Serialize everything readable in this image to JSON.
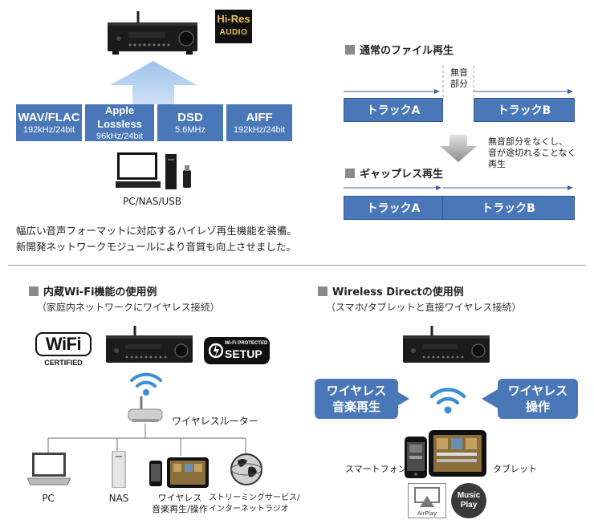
{
  "top_left": {
    "hires_badge": {
      "line1": "Hi-Res",
      "line2": "AUDIO"
    },
    "formats": [
      {
        "name": "WAV/FLAC",
        "spec": "192kHz/24bit"
      },
      {
        "name": "Apple Lossless",
        "spec": "96kHz/24bit"
      },
      {
        "name": "DSD",
        "spec": "5.6MHz"
      },
      {
        "name": "AIFF",
        "spec": "192kHz/24bit"
      }
    ],
    "devices_label": "PC/NAS/USB",
    "description_line1": "幅広い音声フォーマットに対応するハイレゾ再生機能を装備。",
    "description_line2": "新開発ネットワークモジュールにより音質も向上させました。"
  },
  "top_right": {
    "normal_heading": "通常のファイル再生",
    "silent_label_line1": "無音",
    "silent_label_line2": "部分",
    "track_a": "トラックA",
    "track_b": "トラックB",
    "note_line1": "無音部分をなくし、",
    "note_line2": "音が途切れることなく",
    "note_line3": "再生",
    "gapless_heading": "ギャップレス再生",
    "gapless_track_a": "トラックA",
    "gapless_track_b": "トラックB"
  },
  "bottom_left": {
    "heading": "内蔵Wi-Fi機能の使用例",
    "subheading": "（家庭内ネットワークにワイヤレス接続）",
    "wifi_logo": {
      "text": "WiFi",
      "certified": "CERTIFIED"
    },
    "wps_logo": {
      "line1": "Wi-Fi PROTECTED",
      "line2": "SETUP"
    },
    "router_label": "ワイヤレスルーター",
    "devices": [
      {
        "label": "PC"
      },
      {
        "label": "NAS"
      },
      {
        "label_line1": "ワイヤレス",
        "label_line2": "音楽再生/操作"
      },
      {
        "label_line1": "ストリーミングサービス/",
        "label_line2": "インターネットラジオ"
      }
    ]
  },
  "bottom_right": {
    "heading": "Wireless Directの使用例",
    "subheading": "（スマホ/タブレットと直接ワイヤレス接続）",
    "bubble_left_line1": "ワイヤレス",
    "bubble_left_line2": "音楽再生",
    "bubble_right_line1": "ワイヤレス",
    "bubble_right_line2": "操作",
    "smartphone_label": "スマートフォン",
    "tablet_label": "タブレット",
    "airplay_label": "AirPlay",
    "music_play_line1": "Music",
    "music_play_line2": "Play"
  },
  "colors": {
    "accent_blue": "#4a77b8",
    "arrow_light_blue": "#a9c8ee",
    "heading_square": "#8a8a8a",
    "wifi_blue": "#3a8fd6"
  }
}
